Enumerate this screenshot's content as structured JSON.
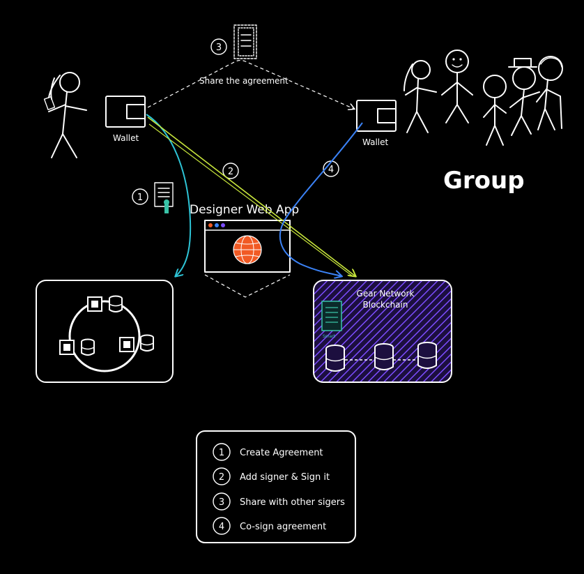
{
  "labels": {
    "wallet_left": "Wallet",
    "wallet_right": "Wallet",
    "share": "Share the agreement",
    "group": "Group",
    "app": "Designer Web App",
    "gear_line1": "Gear Network",
    "gear_line2": "Blockchain",
    "smart": "Smart"
  },
  "step_markers": [
    "1",
    "2",
    "3",
    "4"
  ],
  "legend": {
    "items": [
      {
        "num": "1",
        "text": "Create Agreement"
      },
      {
        "num": "2",
        "text": "Add signer & Sign it"
      },
      {
        "num": "3",
        "text": "Share with other sigers"
      },
      {
        "num": "4",
        "text": "Co-sign agreement"
      }
    ]
  },
  "colors": {
    "background": "#000000",
    "ink": "#ffffff",
    "arrow_create": "#2ec4d6",
    "arrow_sign": "#c8e63c",
    "arrow_cosign": "#3b82f6",
    "blockchain_fill": "#6b3fd6",
    "globe": "#f15a24",
    "certificate_seal": "#39c3a8"
  }
}
